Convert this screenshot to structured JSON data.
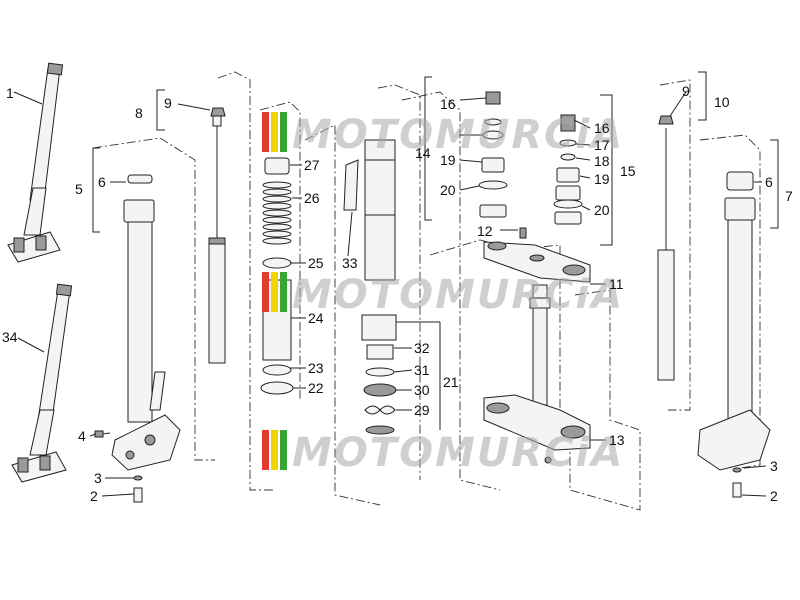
{
  "watermark": {
    "text": "MOTOMURCiA",
    "stripe_colors": [
      "#e33b2e",
      "#f2d200",
      "#3aa335"
    ]
  },
  "callouts": [
    "1",
    "34",
    "5",
    "6",
    "8",
    "9",
    "4",
    "3",
    "2",
    "27",
    "26",
    "25",
    "24",
    "23",
    "22",
    "33",
    "32",
    "31",
    "30",
    "29",
    "21",
    "16",
    "14",
    "19",
    "20",
    "12",
    "17",
    "18",
    "15",
    "11",
    "13",
    "10",
    "7"
  ]
}
